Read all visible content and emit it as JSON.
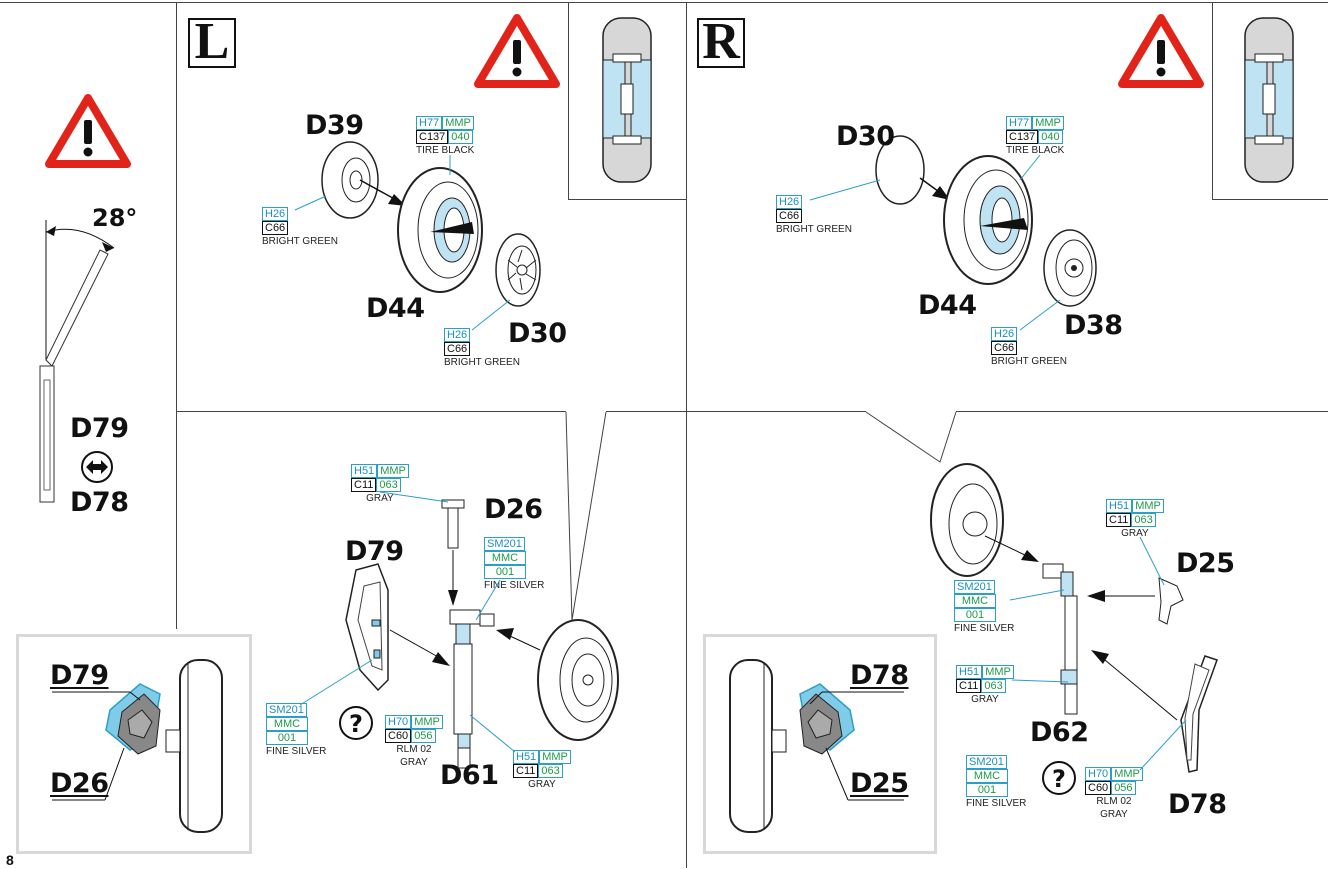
{
  "page_number": "8",
  "sides": {
    "left": "L",
    "right": "R"
  },
  "angle": "28°",
  "swap": {
    "top": "D79",
    "bottom": "D78"
  },
  "left_top": {
    "parts": {
      "hub_front": "D39",
      "tire": "D44",
      "hub_back": "D30"
    },
    "tire_paint": {
      "code1": "H77",
      "code2": "MMP",
      "code3": "C137",
      "code4": "040",
      "name": "TIRE BLACK"
    },
    "hub_front_paint": {
      "code1": "H26",
      "code3": "C66",
      "name": "BRIGHT GREEN"
    },
    "hub_back_paint": {
      "code1": "H26",
      "code3": "C66",
      "name": "BRIGHT GREEN"
    }
  },
  "right_top": {
    "parts": {
      "hub_front": "D30",
      "tire": "D44",
      "hub_back": "D38"
    },
    "tire_paint": {
      "code1": "H77",
      "code2": "MMP",
      "code3": "C137",
      "code4": "040",
      "name": "TIRE BLACK"
    },
    "hub_front_paint": {
      "code1": "H26",
      "code3": "C66",
      "name": "BRIGHT GREEN"
    },
    "hub_back_paint": {
      "code1": "H26",
      "code3": "C66",
      "name": "BRIGHT GREEN"
    }
  },
  "left_bottom": {
    "parts": {
      "arm": "D26",
      "cover": "D79",
      "strut": "D61"
    },
    "arm_paint": {
      "code1": "H51",
      "code2": "MMP",
      "code3": "C11",
      "code4": "063",
      "name": "GRAY"
    },
    "strut_top_paint": {
      "code1": "SM201",
      "code2": "MMC",
      "code3": "001",
      "name": "FINE SILVER"
    },
    "cover_paint": {
      "code1": "SM201",
      "code2": "MMC",
      "code3": "001",
      "name": "FINE SILVER"
    },
    "cover_inner_paint": {
      "code1": "H70",
      "code2": "MMP",
      "code3": "C60",
      "code4": "056",
      "name1": "RLM 02",
      "name2": "GRAY"
    },
    "strut_paint": {
      "code1": "H51",
      "code2": "MMP",
      "code3": "C11",
      "code4": "063",
      "name": "GRAY"
    },
    "inset": {
      "top": "D79",
      "bottom": "D26"
    }
  },
  "right_bottom": {
    "parts": {
      "arm": "D25",
      "strut": "D62",
      "cover": "D78"
    },
    "arm_paint": {
      "code1": "H51",
      "code2": "MMP",
      "code3": "C11",
      "code4": "063",
      "name": "GRAY"
    },
    "strut_top_paint": {
      "code1": "SM201",
      "code2": "MMC",
      "code3": "001",
      "name": "FINE SILVER"
    },
    "strut_paint": {
      "code1": "H51",
      "code2": "MMP",
      "code3": "C11",
      "code4": "063",
      "name": "GRAY"
    },
    "cover_paint": {
      "code1": "SM201",
      "code2": "MMC",
      "code3": "001",
      "name": "FINE SILVER"
    },
    "cover_inner_paint": {
      "code1": "H70",
      "code2": "MMP",
      "code3": "C60",
      "code4": "056",
      "name1": "RLM 02",
      "name2": "GRAY"
    },
    "inset": {
      "top": "D78",
      "bottom": "D25"
    }
  },
  "icons": {
    "warning": "warning-triangle-icon",
    "question": "question-circle-icon",
    "swap": "swap-arrows-icon"
  },
  "colors": {
    "warning_red": "#e2231a",
    "paint_blue": "#2a9fc9",
    "paint_green": "#1f9a4c",
    "inset_gray": "#d8d8d8",
    "part_blue": "#5fc6e8"
  }
}
